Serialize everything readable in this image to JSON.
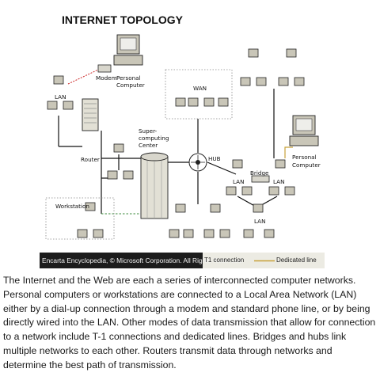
{
  "page_title": "INTERNET TOPOLOGY",
  "diagram": {
    "labels": {
      "lan_left": "LAN",
      "modem": "Modem",
      "personal_computer_top": [
        "Personal",
        "Computer"
      ],
      "router": "Router",
      "workstation": "Workstation",
      "wan": "WAN",
      "supercomputing_center": [
        "Super-",
        "computing",
        "Center"
      ],
      "hub": "HUB",
      "bridge": "Bridge",
      "lan_mid_left": "LAN",
      "lan_mid_right": "LAN",
      "lan_bottom": "LAN",
      "personal_computer_right": [
        "Personal",
        "Computer"
      ]
    },
    "colors": {
      "t1_connection": "#cc2a2a",
      "dedicated_line": "#c8a23a",
      "workstation_link": "#3a8a3a",
      "line": "#111111",
      "computer_fill": "#c9c6b8",
      "mainframe_fill": "#e2e0d5"
    }
  },
  "caption": {
    "credit": "Encarta Encyclopedia, © Microsoft Corporation. All Rights Reserved.",
    "t1_label": "T1 connection",
    "dedicated_label": "Dedicated line"
  },
  "description": "The Internet and the Web are each a series of interconnected computer networks. Personal computers or workstations are connected to a Local Area Network (LAN) either by a dial-up connection through a modem and standard phone line, or by being directly wired into the LAN. Other modes of data transmission that allow for connection to a network include T-1 connections and dedicated lines. Bridges and hubs link multiple networks to each other. Routers transmit data through networks and determine the best path of transmission."
}
